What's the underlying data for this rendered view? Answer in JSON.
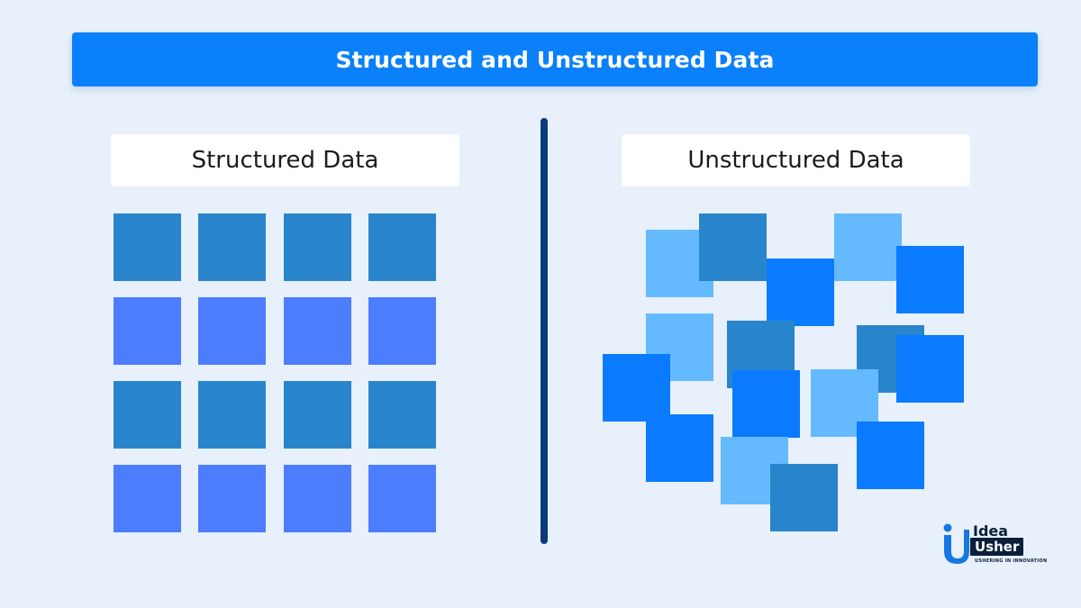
{
  "header": {
    "title": "Structured and Unstructured Data"
  },
  "panels": {
    "structured": {
      "title": "Structured Data"
    },
    "unstructured": {
      "title": "Unstructured Data"
    }
  },
  "colors": {
    "background": "#e7f0fb",
    "banner": "#0a80fb",
    "divider": "#0a3a7a",
    "steel_blue": "#2985cb",
    "periwinkle": "#4c7dff",
    "light_blue": "#65baff",
    "bright_blue": "#0a7bff"
  },
  "logo": {
    "word_top": "Idea",
    "word_bottom": "Usher",
    "tagline": "USHERING IN INNOVATION",
    "icon": "idea-usher-logo-icon"
  }
}
